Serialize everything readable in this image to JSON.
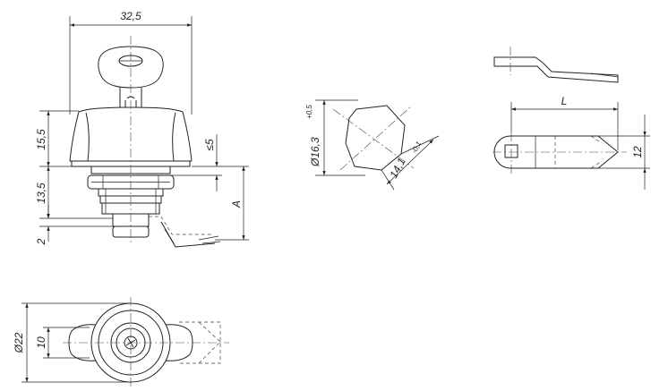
{
  "dimensions": {
    "width_32_5": "32,5",
    "height_15_5": "15,5",
    "height_13_5": "13,5",
    "height_2": "2",
    "max_5": "≤5",
    "a_label": "A",
    "dia_16_3": "Ø16,3",
    "dia_16_3_tol": "+0,5",
    "width_14_1": "14,1",
    "width_14_1_tol": "-0,1",
    "length_l": "L",
    "width_12": "12",
    "dia_22": "Ø22",
    "width_10": "10"
  }
}
